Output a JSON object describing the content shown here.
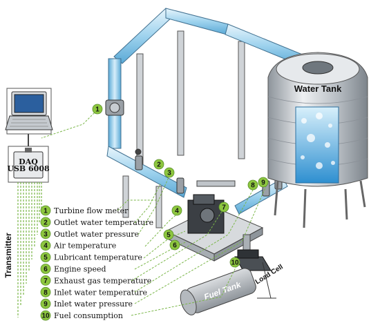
{
  "diagram": {
    "water_tank_label": "Water Tank",
    "fuel_tank_label": "Fuel Tank",
    "load_cell_label": "Load Cell",
    "daq_label_line1": "DAQ",
    "daq_label_line2": "USB 6008",
    "transmitter_label": "Transmitter",
    "sensors": [
      {
        "n": "1",
        "label": "Turbine flow meter"
      },
      {
        "n": "2",
        "label": "Outlet water temperature"
      },
      {
        "n": "3",
        "label": "Outlet water pressure"
      },
      {
        "n": "4",
        "label": "Air temperature"
      },
      {
        "n": "5",
        "label": "Lubricant temperature"
      },
      {
        "n": "6",
        "label": "Engine speed"
      },
      {
        "n": "7",
        "label": "Exhaust gas temperature"
      },
      {
        "n": "8",
        "label": "Inlet water temperature"
      },
      {
        "n": "9",
        "label": "Inlet water pressure"
      },
      {
        "n": "10",
        "label": "Fuel consumption"
      }
    ],
    "colors": {
      "marker_green": "#8dc63f",
      "leader_green": "#7ab648",
      "pipe_blue": "#9fd3ee",
      "tank_steel": "#c9ced3",
      "water_blue": "#3da5e0"
    }
  }
}
